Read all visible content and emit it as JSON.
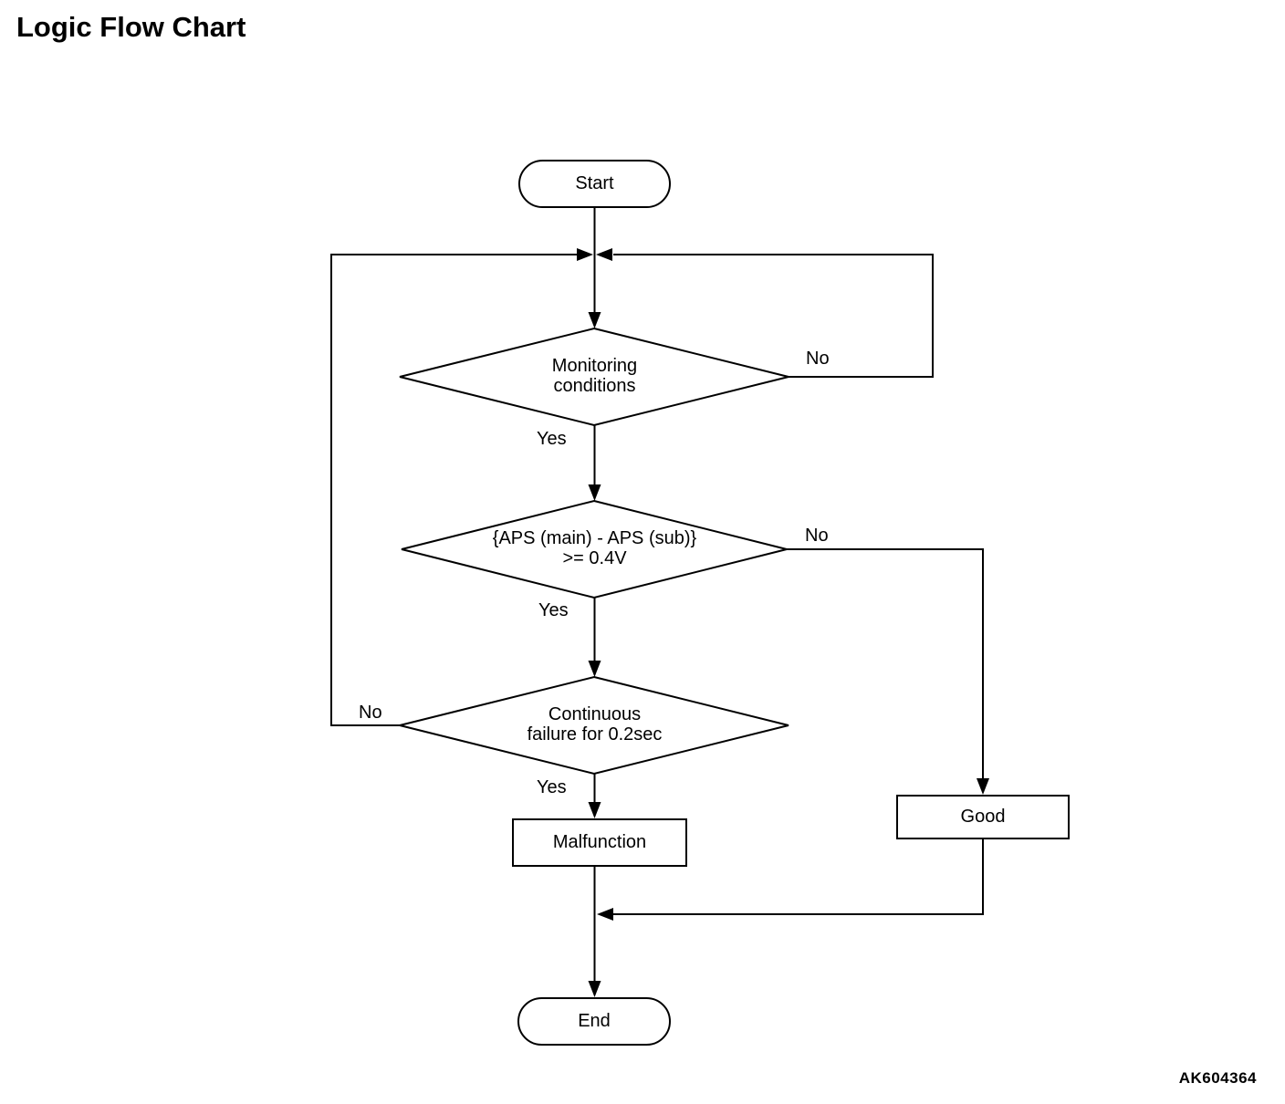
{
  "title": "Logic Flow Chart",
  "figure_code": "AK604364",
  "colors": {
    "ink": "#000000",
    "background": "#ffffff"
  },
  "flowchart": {
    "nodes": {
      "start": {
        "type": "terminator",
        "label": "Start"
      },
      "monitoring": {
        "type": "decision",
        "line1": "Monitoring",
        "line2": "conditions"
      },
      "aps": {
        "type": "decision",
        "line1": "{APS (main) - APS (sub)}",
        "line2": ">= 0.4V"
      },
      "continuous": {
        "type": "decision",
        "line1": "Continuous",
        "line2": "failure for 0.2sec"
      },
      "malfunction": {
        "type": "process",
        "label": "Malfunction"
      },
      "good": {
        "type": "process",
        "label": "Good"
      },
      "end": {
        "type": "terminator",
        "label": "End"
      }
    },
    "edges": [
      {
        "from": "start",
        "to": "monitoring",
        "label": ""
      },
      {
        "from": "monitoring",
        "to": "top-junction",
        "label": "No"
      },
      {
        "from": "monitoring",
        "to": "aps",
        "label": "Yes"
      },
      {
        "from": "aps",
        "to": "good",
        "label": "No"
      },
      {
        "from": "aps",
        "to": "continuous",
        "label": "Yes"
      },
      {
        "from": "continuous",
        "to": "top-junction",
        "label": "No"
      },
      {
        "from": "continuous",
        "to": "malfunction",
        "label": "Yes"
      },
      {
        "from": "malfunction",
        "to": "end",
        "label": ""
      },
      {
        "from": "good",
        "to": "end",
        "label": ""
      }
    ]
  }
}
